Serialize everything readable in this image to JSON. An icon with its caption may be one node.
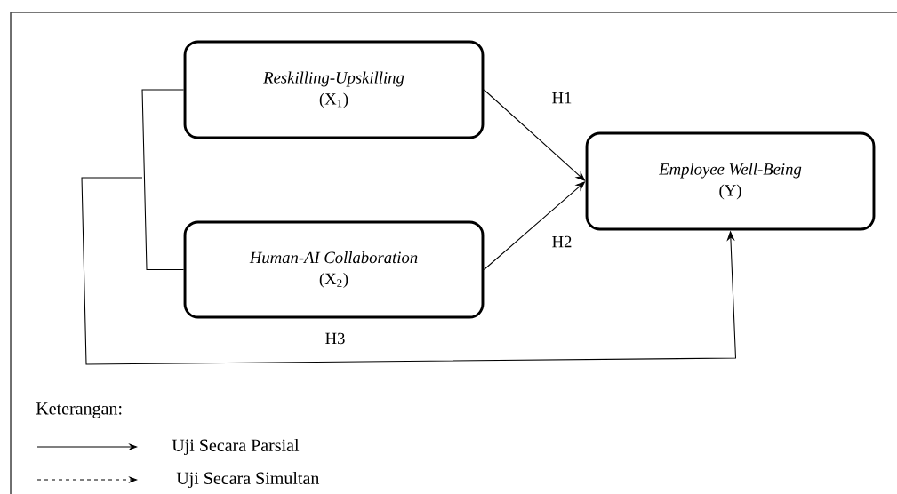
{
  "diagram": {
    "nodes": [
      {
        "text": [
          "Reskilling-Upskilling",
          "(X$_{1}$)"
        ]
      },
      {
        "text": [
          "Human-AI Collaboration",
          "(X$_{2}$)"
        ]
      },
      {
        "text": [
          "Employee Well-Being",
          "(Y)"
        ]
      }
    ],
    "edges": [
      {
        "from": 0,
        "to": 2,
        "arrow": "to",
        "label": "H1"
      },
      {
        "from": 1,
        "to": 2,
        "arrow": "to",
        "label": "H2"
      },
      {
        "from": 0,
        "to": 2,
        "arrow": "to",
        "label": "H3"
      },
      {
        "from": 1,
        "to": 2,
        "arrow": "to"
      }
    ],
    "labels": [
      "Keterangan:"
    ],
    "legend": [
      {
        "text": "Uji Secara Parsial"
      },
      {
        "text": "Uji Secara Simultan"
      }
    ]
  }
}
